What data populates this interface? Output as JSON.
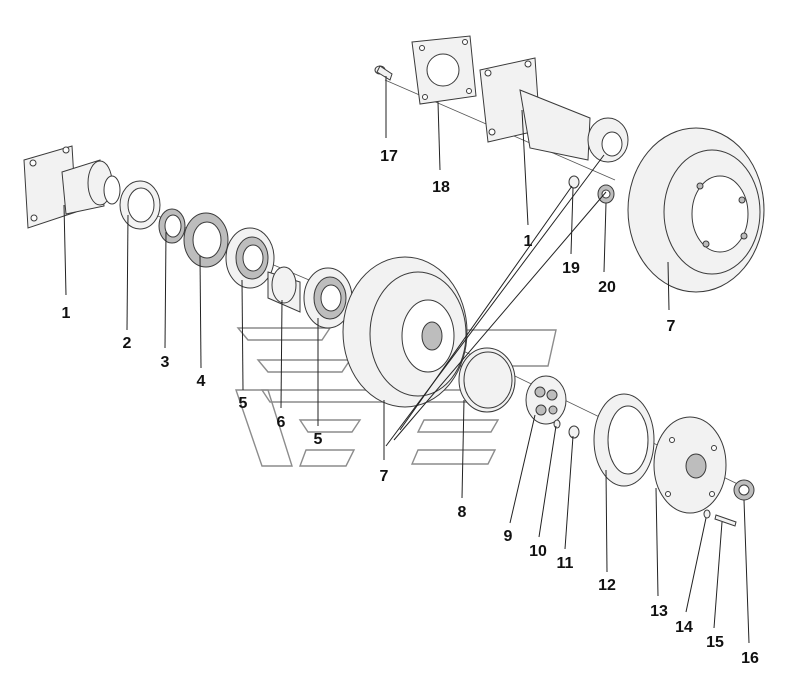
{
  "diagram": {
    "parts": [
      {
        "id": "1a",
        "label": "1"
      },
      {
        "id": "2",
        "label": "2"
      },
      {
        "id": "3",
        "label": "3"
      },
      {
        "id": "4",
        "label": "4"
      },
      {
        "id": "5a",
        "label": "5"
      },
      {
        "id": "6",
        "label": "6"
      },
      {
        "id": "5b",
        "label": "5"
      },
      {
        "id": "7a",
        "label": "7"
      },
      {
        "id": "8",
        "label": "8"
      },
      {
        "id": "9",
        "label": "9"
      },
      {
        "id": "10",
        "label": "10"
      },
      {
        "id": "11",
        "label": "11"
      },
      {
        "id": "12",
        "label": "12"
      },
      {
        "id": "13",
        "label": "13"
      },
      {
        "id": "14",
        "label": "14"
      },
      {
        "id": "15",
        "label": "15"
      },
      {
        "id": "16",
        "label": "16"
      },
      {
        "id": "17",
        "label": "17"
      },
      {
        "id": "18",
        "label": "18"
      },
      {
        "id": "1b",
        "label": "1"
      },
      {
        "id": "19",
        "label": "19"
      },
      {
        "id": "20",
        "label": "20"
      },
      {
        "id": "7b",
        "label": "7"
      }
    ]
  }
}
